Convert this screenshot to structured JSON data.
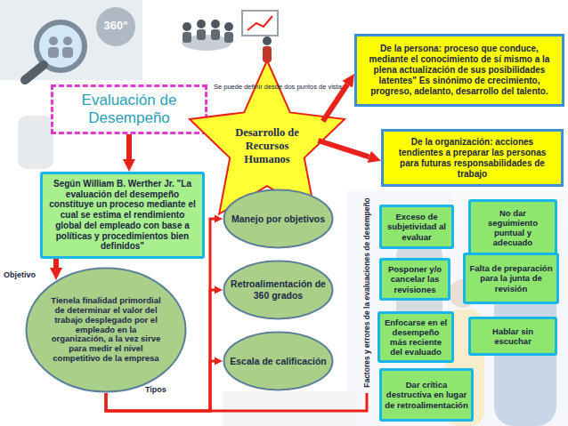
{
  "diagram": {
    "nodes": [
      {
        "text": [
          "Evaluación de Desempeño"
        ]
      },
      {
        "text": [
          "Desarrollo de Recursos Humanos"
        ]
      },
      {
        "text": [
          "De la persona: proceso que conduce, mediante el conocimiento de sí mismo a la plena actualización de sus posibilidades latentes\" Es sinónimo de crecimiento, progreso, adelanto, desarrollo del talento."
        ]
      },
      {
        "text": [
          "De la organización: acciones tendientes a preparar las personas para futuras responsabilidades de trabajo"
        ]
      },
      {
        "text": [
          "Según William B. Werther Jr. \"La evaluación del desempeño constituye un proceso mediante el cual se estima el rendimiento global del empleado con base a políticas y procedimientos bien definidos\""
        ]
      },
      {
        "text": [
          "Tienela finalidad primordial de determinar el valor del trabajo desplegado por el empleado en la organización, a la vez sirve para medir el nivel competitivo de la empresa"
        ]
      },
      {
        "text": [
          "Manejo por objetivos"
        ]
      },
      {
        "text": [
          "Retroalimentación de 360 grados"
        ]
      },
      {
        "text": [
          "Escala de calificación"
        ]
      },
      {
        "text": [
          "Exceso de subjetividad al evaluar"
        ]
      },
      {
        "text": [
          "No dar seguimiento puntual y adecuado"
        ]
      },
      {
        "text": [
          "Posponer y/o cancelar las revisiones"
        ]
      },
      {
        "text": [
          "Falta de preparación para la junta de revisión"
        ]
      },
      {
        "text": [
          "Enfocarse en el desempeño más reciente del evaluado"
        ]
      },
      {
        "text": [
          "Hablar sin escuchar"
        ]
      },
      {
        "text": [
          "Dar crítica destructiva en lugar de retroalimentación"
        ]
      }
    ],
    "edges": [
      {
        "from": 0,
        "to": 4,
        "arrow": "to"
      },
      {
        "from": 1,
        "to": 2,
        "arrow": "to"
      },
      {
        "from": 1,
        "to": 3,
        "arrow": "to"
      },
      {
        "from": 4,
        "to": 5,
        "arrow": "to"
      },
      {
        "from": 5,
        "to": 6,
        "arrow": "to"
      },
      {
        "from": 5,
        "to": 7,
        "arrow": "to"
      },
      {
        "from": 5,
        "to": 8,
        "arrow": "to"
      }
    ],
    "labels": [
      "Se puede definir desde dos puntos de vista:",
      "Objetivo",
      "Tipos",
      "Factores y errores de la evaluaciones de desempeño",
      "360°"
    ]
  }
}
